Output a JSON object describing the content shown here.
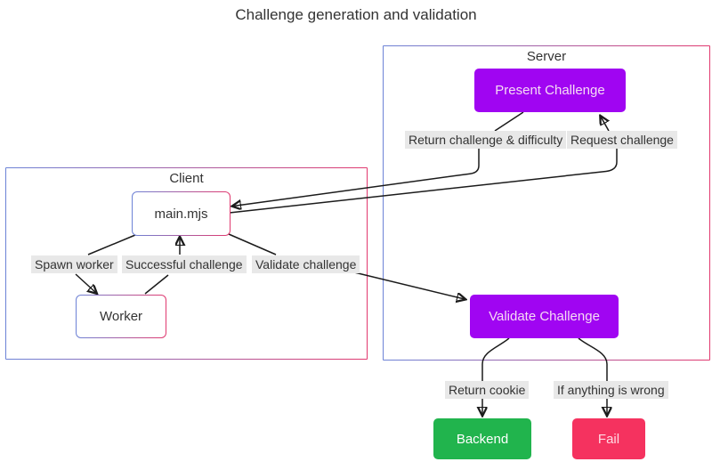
{
  "title": "Challenge generation and validation",
  "containers": {
    "server": {
      "label": "Server"
    },
    "client": {
      "label": "Client"
    }
  },
  "nodes": {
    "present_challenge": {
      "label": "Present Challenge"
    },
    "main_mjs": {
      "label": "main.mjs"
    },
    "worker": {
      "label": "Worker"
    },
    "validate_challenge": {
      "label": "Validate Challenge"
    },
    "backend": {
      "label": "Backend"
    },
    "fail": {
      "label": "Fail"
    }
  },
  "edge_labels": {
    "return_challenge": "Return challenge & difficulty",
    "request_challenge": "Request challenge",
    "spawn_worker": "Spawn worker",
    "successful_challenge": "Successful challenge",
    "validate_challenge": "Validate challenge",
    "return_cookie": "Return cookie",
    "if_anything_wrong": "If anything is wrong"
  },
  "colors": {
    "action_node_fill": "#A005F2",
    "action_node_text": "#F6DBF4",
    "success_node_fill": "#21B44D",
    "success_node_text": "#FFFFFF",
    "failure_node_fill": "#F5325F",
    "failure_node_text": "#FFD9E2",
    "module_node_fill": "#FFFFFF",
    "module_node_text": "#333333",
    "border_gradient_start": "#6C83D7",
    "border_gradient_end": "#E1396F",
    "edge_label_bg": "#E8E8E8",
    "edge_label_text": "#333333",
    "edge_line": "#1B1B1B",
    "title_text": "#333333"
  }
}
